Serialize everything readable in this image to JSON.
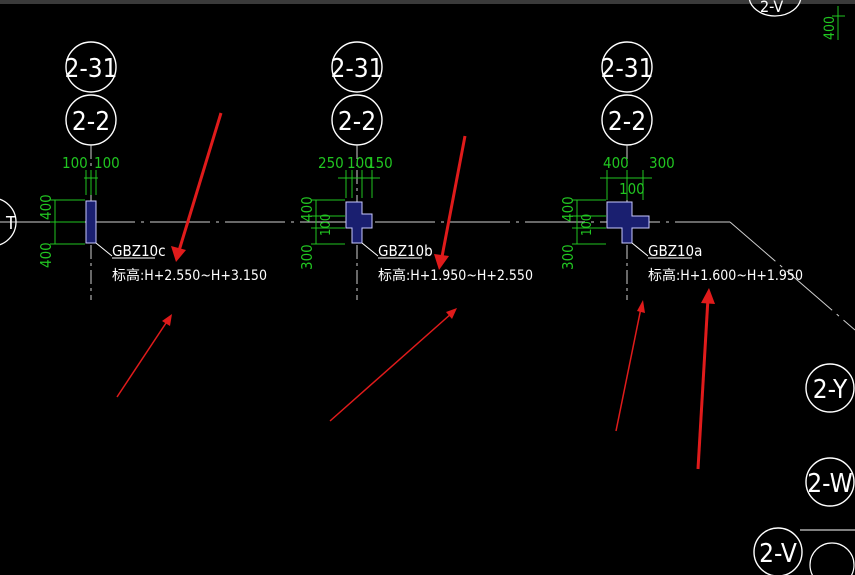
{
  "colors": {
    "background": "#000000",
    "line": "#ffffff",
    "dimension": "#21c521",
    "column_fill": "#1a1f70",
    "arrow": "#e01b1b"
  },
  "columns": [
    {
      "axis_top": "2-31",
      "axis_bottom": "2-2",
      "dims_top": [
        "100",
        "100"
      ],
      "dims_left": [
        "400",
        "400"
      ],
      "tag": "GBZ10c",
      "elevation": "标高:H+2.550~H+3.150"
    },
    {
      "axis_top": "2-31",
      "axis_bottom": "2-2",
      "dims_top": [
        "250",
        "100",
        "150"
      ],
      "dims_left": [
        "400",
        "100",
        "300"
      ],
      "tag": "GBZ10b",
      "elevation": "标高:H+1.950~H+2.550"
    },
    {
      "axis_top": "2-31",
      "axis_bottom": "2-2",
      "dims_top": [
        "400",
        "300",
        "100"
      ],
      "dims_left": [
        "400",
        "100",
        "300"
      ],
      "tag": "GBZ10a",
      "elevation": "标高:H+1.600~H+1.950"
    }
  ],
  "right_axes": [
    "2-Y",
    "2-W",
    "2-V"
  ],
  "partial_axes": {
    "top_right": "2-V",
    "right_dim": "400"
  }
}
